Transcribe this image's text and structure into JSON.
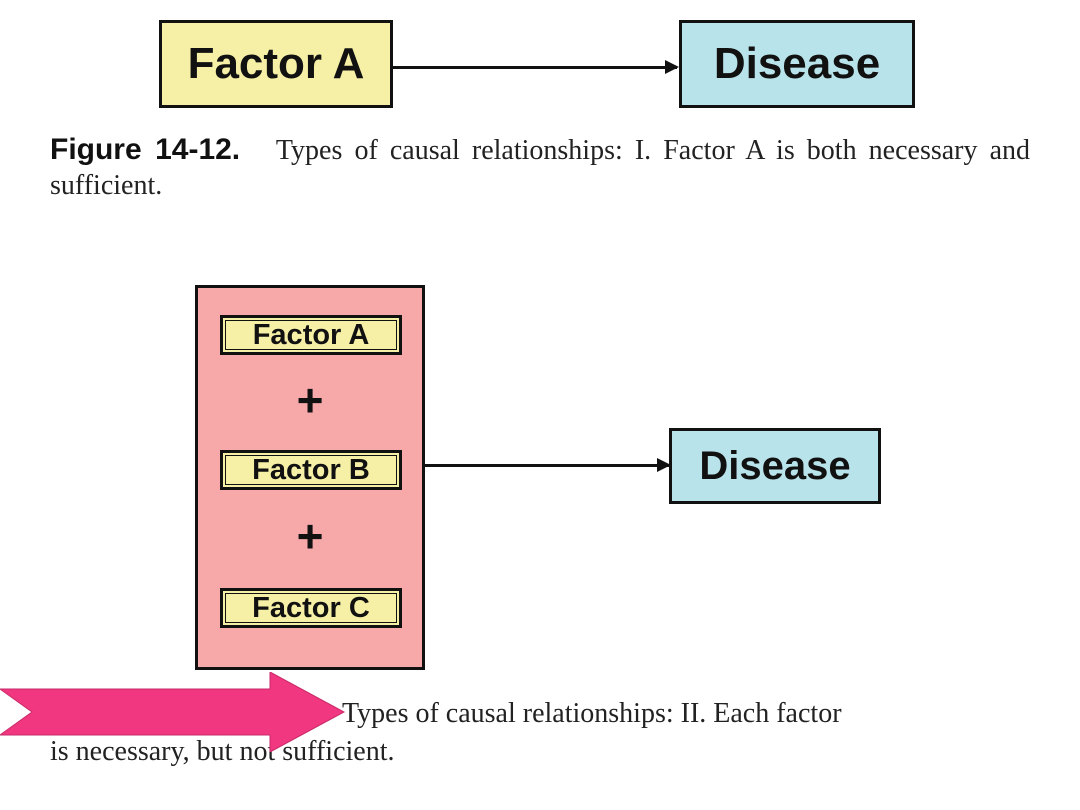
{
  "figure1": {
    "factor_label": "Factor A",
    "disease_label": "Disease",
    "caption_label": "Figure 14-12.",
    "caption_text": "Types of causal relationships: I. Factor A is both necessary and sufficient."
  },
  "figure2": {
    "factors": [
      "Factor A",
      "Factor B",
      "Factor C"
    ],
    "plus_sign": "+",
    "disease_label": "Disease",
    "caption_line1": "Types of causal relationships: II. Each factor",
    "caption_line2": "is necessary, but not sufficient."
  },
  "colors": {
    "factor_fill": "#f6f0a6",
    "disease_fill": "#b9e3ea",
    "group_fill": "#f7a9aa",
    "pointer_arrow": "#f0377f"
  }
}
